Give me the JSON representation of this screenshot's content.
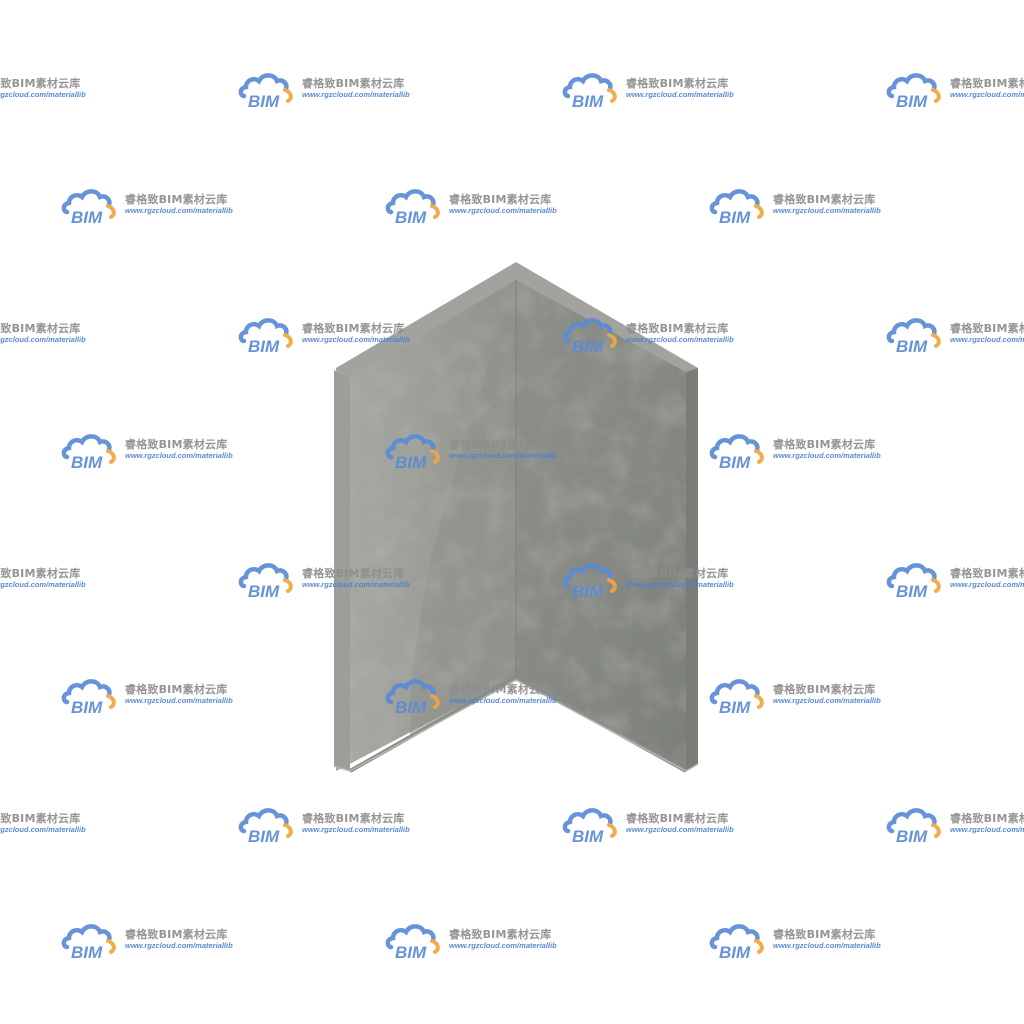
{
  "model": {
    "shape": "equal-angle-section",
    "colors": {
      "left_face": "#9a9d96",
      "right_face": "#8a8d86",
      "top_edge": "#a3a49f",
      "inner_ridge": "#7e817b",
      "edge_dark": "#6d706a"
    }
  },
  "watermark": {
    "icon": "cloud-bim-logo",
    "logo_text": "BIM",
    "title": "睿格致BIM素材云库",
    "url": "www.rgzcloud.com/materiallib",
    "colors": {
      "cloud_blue": "#5b8ad6",
      "cloud_orange": "#f0a640",
      "title_gray": "#8d8d8d",
      "url_blue": "#4d7fd2"
    }
  }
}
